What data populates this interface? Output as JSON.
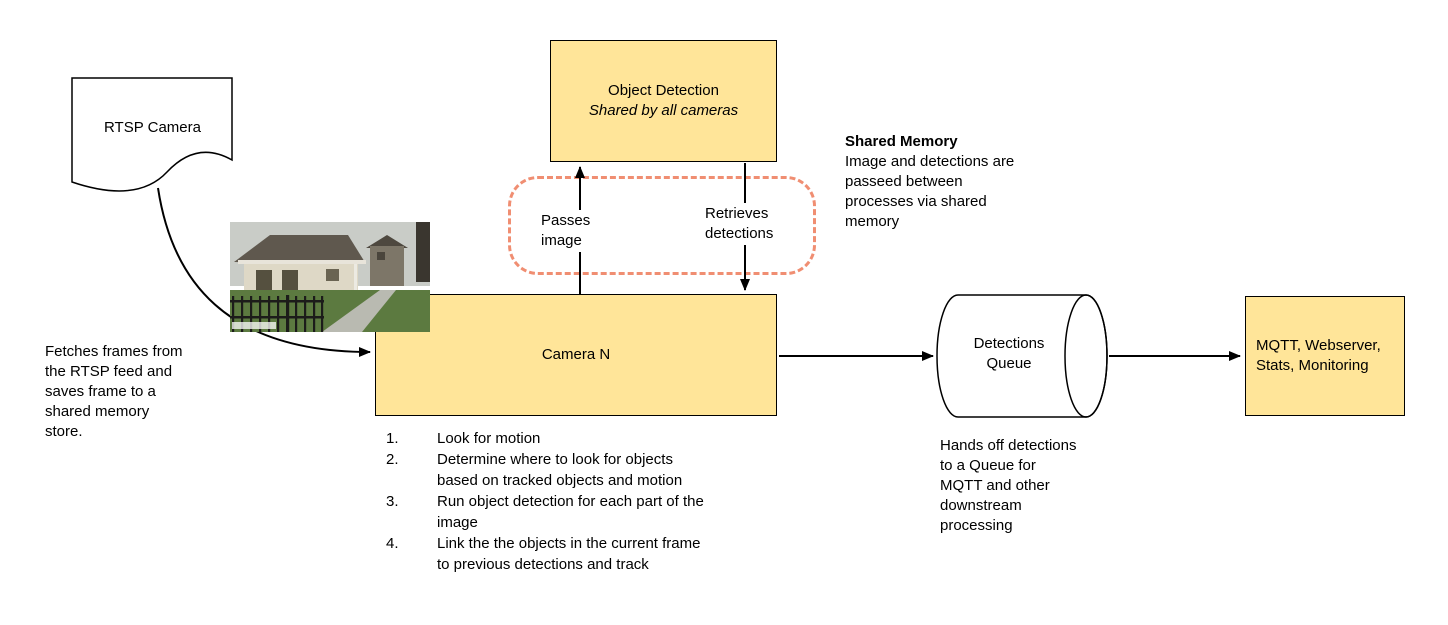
{
  "colors": {
    "node_fill": "#FFE599",
    "node_border": "#000000",
    "shared_memory_dash": "#F08E72",
    "arrow": "#000000"
  },
  "nodes": {
    "rtsp_camera": {
      "label": "RTSP Camera"
    },
    "object_detection": {
      "title": "Object Detection",
      "subtitle": "Shared by all cameras"
    },
    "camera_n": {
      "label": "Camera N"
    },
    "detections_queue": {
      "label": "Detections\nQueue"
    },
    "outputs": {
      "label": "MQTT, Webserver,\nStats, Monitoring"
    }
  },
  "edge_labels": {
    "passes_image": "Passes\nimage",
    "retrieves_detections": "Retrieves\ndetections"
  },
  "annotations": {
    "shared_memory_title": "Shared Memory",
    "shared_memory_body": "Image and detections are\npasseed between\nprocesses via shared\nmemory",
    "fetch_frames": "Fetches frames from\nthe RTSP feed and\nsaves frame to a\nshared memory\nstore.",
    "hands_off": "Hands off detections\nto a Queue for\nMQTT and other\ndownstream\nprocessing"
  },
  "camera_steps": [
    "Look for motion",
    "Determine where to look for objects\nbased on tracked objects and motion",
    "Run object detection for each part of the\nimage",
    "Link the the objects in the current frame\nto previous detections and track"
  ]
}
